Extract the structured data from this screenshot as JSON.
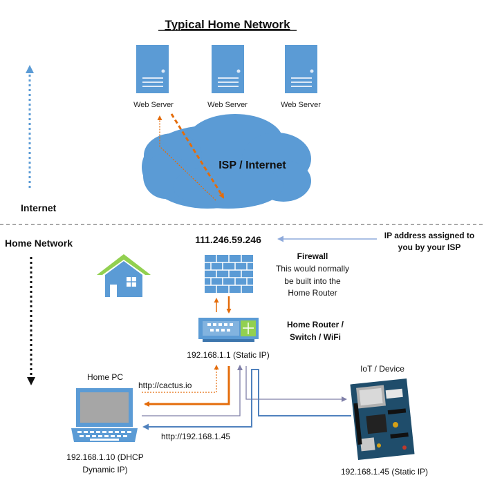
{
  "title": "Typical Home Network",
  "servers": [
    "Web Server",
    "Web Server",
    "Web Server"
  ],
  "cloud_label": "ISP / Internet",
  "internet_label": "Internet",
  "home_network_label": "Home Network",
  "public_ip": "111.246.59.246",
  "isp_note": [
    "IP address assigned to",
    "you by your ISP"
  ],
  "firewall": {
    "title": "Firewall",
    "note": [
      "This would normally",
      "be built into the",
      "Home Router"
    ]
  },
  "router": {
    "label": [
      "Home Router /",
      "Switch / WiFi"
    ],
    "ip": "192.168.1.1 (Static IP)"
  },
  "home_pc": {
    "label": "Home PC",
    "ip": [
      "192.168.1.10 (DHCP",
      "Dynamic IP)"
    ]
  },
  "device": {
    "label": "IoT / Device",
    "ip": "192.168.1.45 (Static IP)"
  },
  "links": {
    "cactus": "http://cactus.io",
    "local": "http://192.168.1.45"
  },
  "colors": {
    "icon_blue": "#5b9bd5",
    "orange": "#e46c0a",
    "purple": "#7f7fa8",
    "steel_blue": "#4f81bd",
    "light_blue_arrow": "#8eaadb"
  }
}
